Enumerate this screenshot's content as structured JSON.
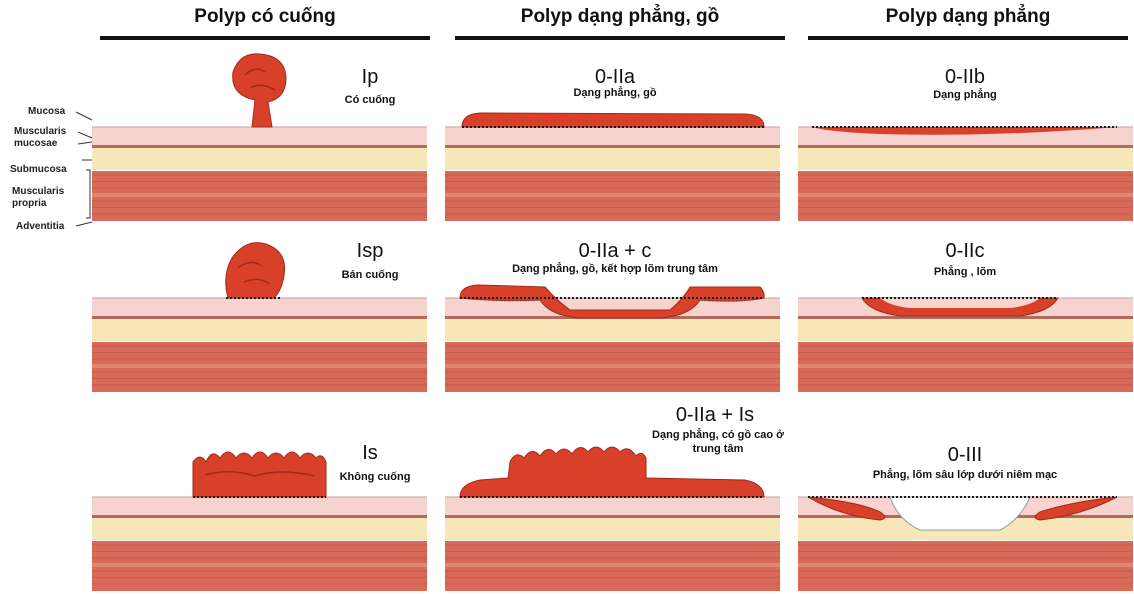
{
  "columns": [
    {
      "title": "Polyp có cuống"
    },
    {
      "title": "Polyp dạng phẳng, gồ"
    },
    {
      "title": "Polyp dạng phẳng"
    }
  ],
  "layers": {
    "mucosa": "Mucosa",
    "muscularis_mucosae": "Muscularis\nmucosae",
    "submucosa": "Submucosa",
    "muscularis_propria": "Muscularis\npropria",
    "adventitia": "Adventitia"
  },
  "panels": [
    {
      "code": "Ip",
      "desc": "Có cuống"
    },
    {
      "code": "0-IIa",
      "desc": "Dạng phẳng, gồ"
    },
    {
      "code": "0-IIb",
      "desc": "Dạng phẳng"
    },
    {
      "code": "Isp",
      "desc": "Bán cuống"
    },
    {
      "code": "0-IIa + c",
      "desc": "Dạng phẳng, gồ, kết hợp lõm trung tâm"
    },
    {
      "code": "0-IIc",
      "desc": "Phẳng , lõm"
    },
    {
      "code": "Is",
      "desc": "Không cuống"
    },
    {
      "code": "0-IIa + Is",
      "desc": "Dạng phẳng, có gồ cao ở\ntrung tâm"
    },
    {
      "code": "0-III",
      "desc": "Phẳng, lõm sâu lớp dưới niêm mạc"
    }
  ],
  "colors": {
    "polyp": "#d9402a",
    "mucosa": "#f6d3cf",
    "submucosa": "#f7e7b8",
    "muscle": "#d96a5a",
    "outline": "#1a1a1a"
  }
}
